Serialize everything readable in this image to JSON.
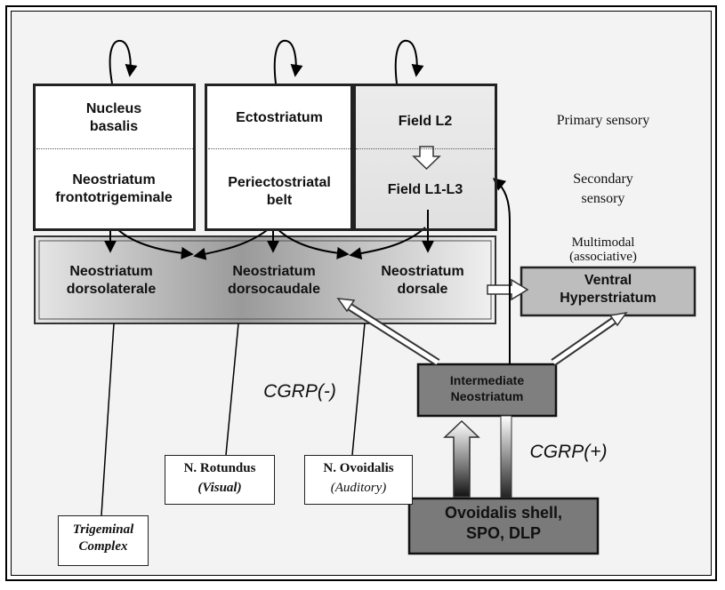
{
  "boxes": {
    "nucleus_basalis": "Nucleus\nbasalis",
    "neostriatum_frontotrigeminale": "Neostriatum\nfrontotrigeminale",
    "ectostriatum": "Ectostriatum",
    "periectostriatal_belt": "Periectostriatal\nbelt",
    "field_l2": "Field L2",
    "field_l1_l3": "Field L1-L3",
    "neostriatum_dorsolaterale": "Neostriatum\ndorsolaterale",
    "neostriatum_dorsocaudale": "Neostriatum\ndorsocaudale",
    "neostriatum_dorsale": "Neostriatum\ndorsale",
    "ventral_hyperstriatum": "Ventral\nHyperstriatum",
    "intermediate_neostriatum": "Intermediate\nNeostriatum",
    "ovoidalis_shell": "Ovoidalis shell,\nSPO, DLP"
  },
  "side_labels": {
    "primary_sensory": "Primary sensory",
    "secondary_sensory": "Secondary\nsensory",
    "multimodal": "Multimodal\n(associative)"
  },
  "cgrp_minus": "CGRP(-)",
  "cgrp_plus": "CGRP(+)",
  "nuclei": {
    "rotundus_name": "N. Rotundus",
    "rotundus_modality": "(Visual)",
    "ovoidalis_name": "N. Ovoidalis",
    "ovoidalis_modality": "(Auditory)",
    "trigeminal": "Trigeminal\nComplex"
  }
}
